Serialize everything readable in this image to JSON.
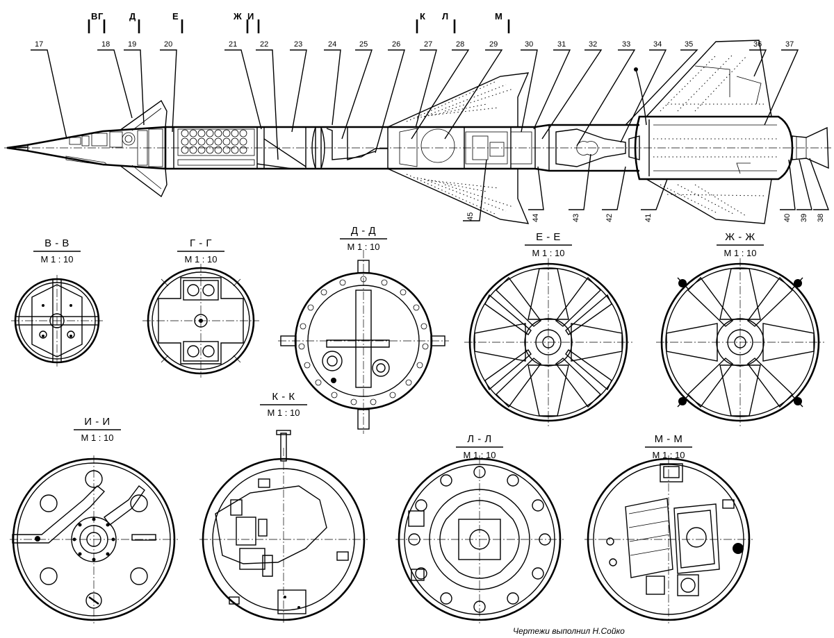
{
  "section_marks": [
    "В",
    "Г",
    "Д",
    "Е",
    "Ж",
    "И",
    "К",
    "Л",
    "М"
  ],
  "top_callouts": [
    "17",
    "18",
    "19",
    "20",
    "21",
    "22",
    "23",
    "24",
    "25",
    "26",
    "27",
    "28",
    "29",
    "30",
    "31",
    "32",
    "33",
    "34",
    "35",
    "36",
    "37"
  ],
  "bottom_callouts": [
    "45",
    "44",
    "43",
    "42",
    "41",
    "40",
    "39",
    "38"
  ],
  "sections": [
    {
      "title": "В - В",
      "scale": "М 1 : 10"
    },
    {
      "title": "Г - Г",
      "scale": "М 1 : 10"
    },
    {
      "title": "Д - Д",
      "scale": "М 1 : 10"
    },
    {
      "title": "Е - Е",
      "scale": "М 1 : 10"
    },
    {
      "title": "Ж - Ж",
      "scale": "М 1 : 10"
    },
    {
      "title": "И - И",
      "scale": "М 1 : 10"
    },
    {
      "title": "К - К",
      "scale": "М 1 : 10"
    },
    {
      "title": "Л - Л",
      "scale": "М 1 : 10"
    },
    {
      "title": "М - М",
      "scale": "М 1 : 10"
    }
  ],
  "credit": "Чертежи  выполнил Н.Сойко"
}
